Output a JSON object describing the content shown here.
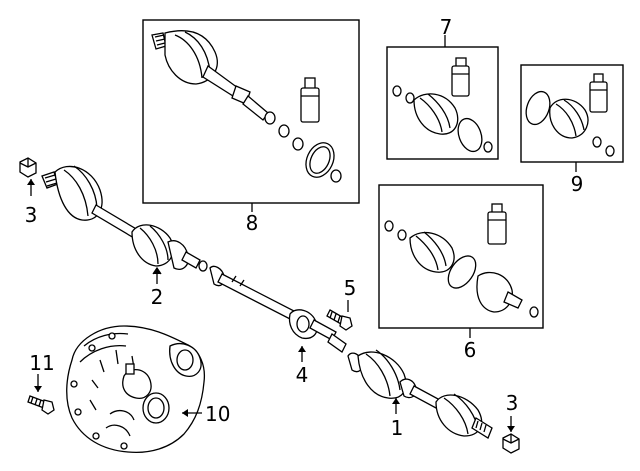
{
  "diagram": {
    "callouts": {
      "part_1": "1",
      "part_2": "2",
      "part_3_left": "3",
      "part_3_right": "3",
      "part_4": "4",
      "part_5": "5",
      "part_6": "6",
      "part_7": "7",
      "part_8": "8",
      "part_9": "9",
      "part_10": "10",
      "part_11": "11"
    },
    "colors": {
      "line": "#000000",
      "background": "#ffffff"
    }
  }
}
